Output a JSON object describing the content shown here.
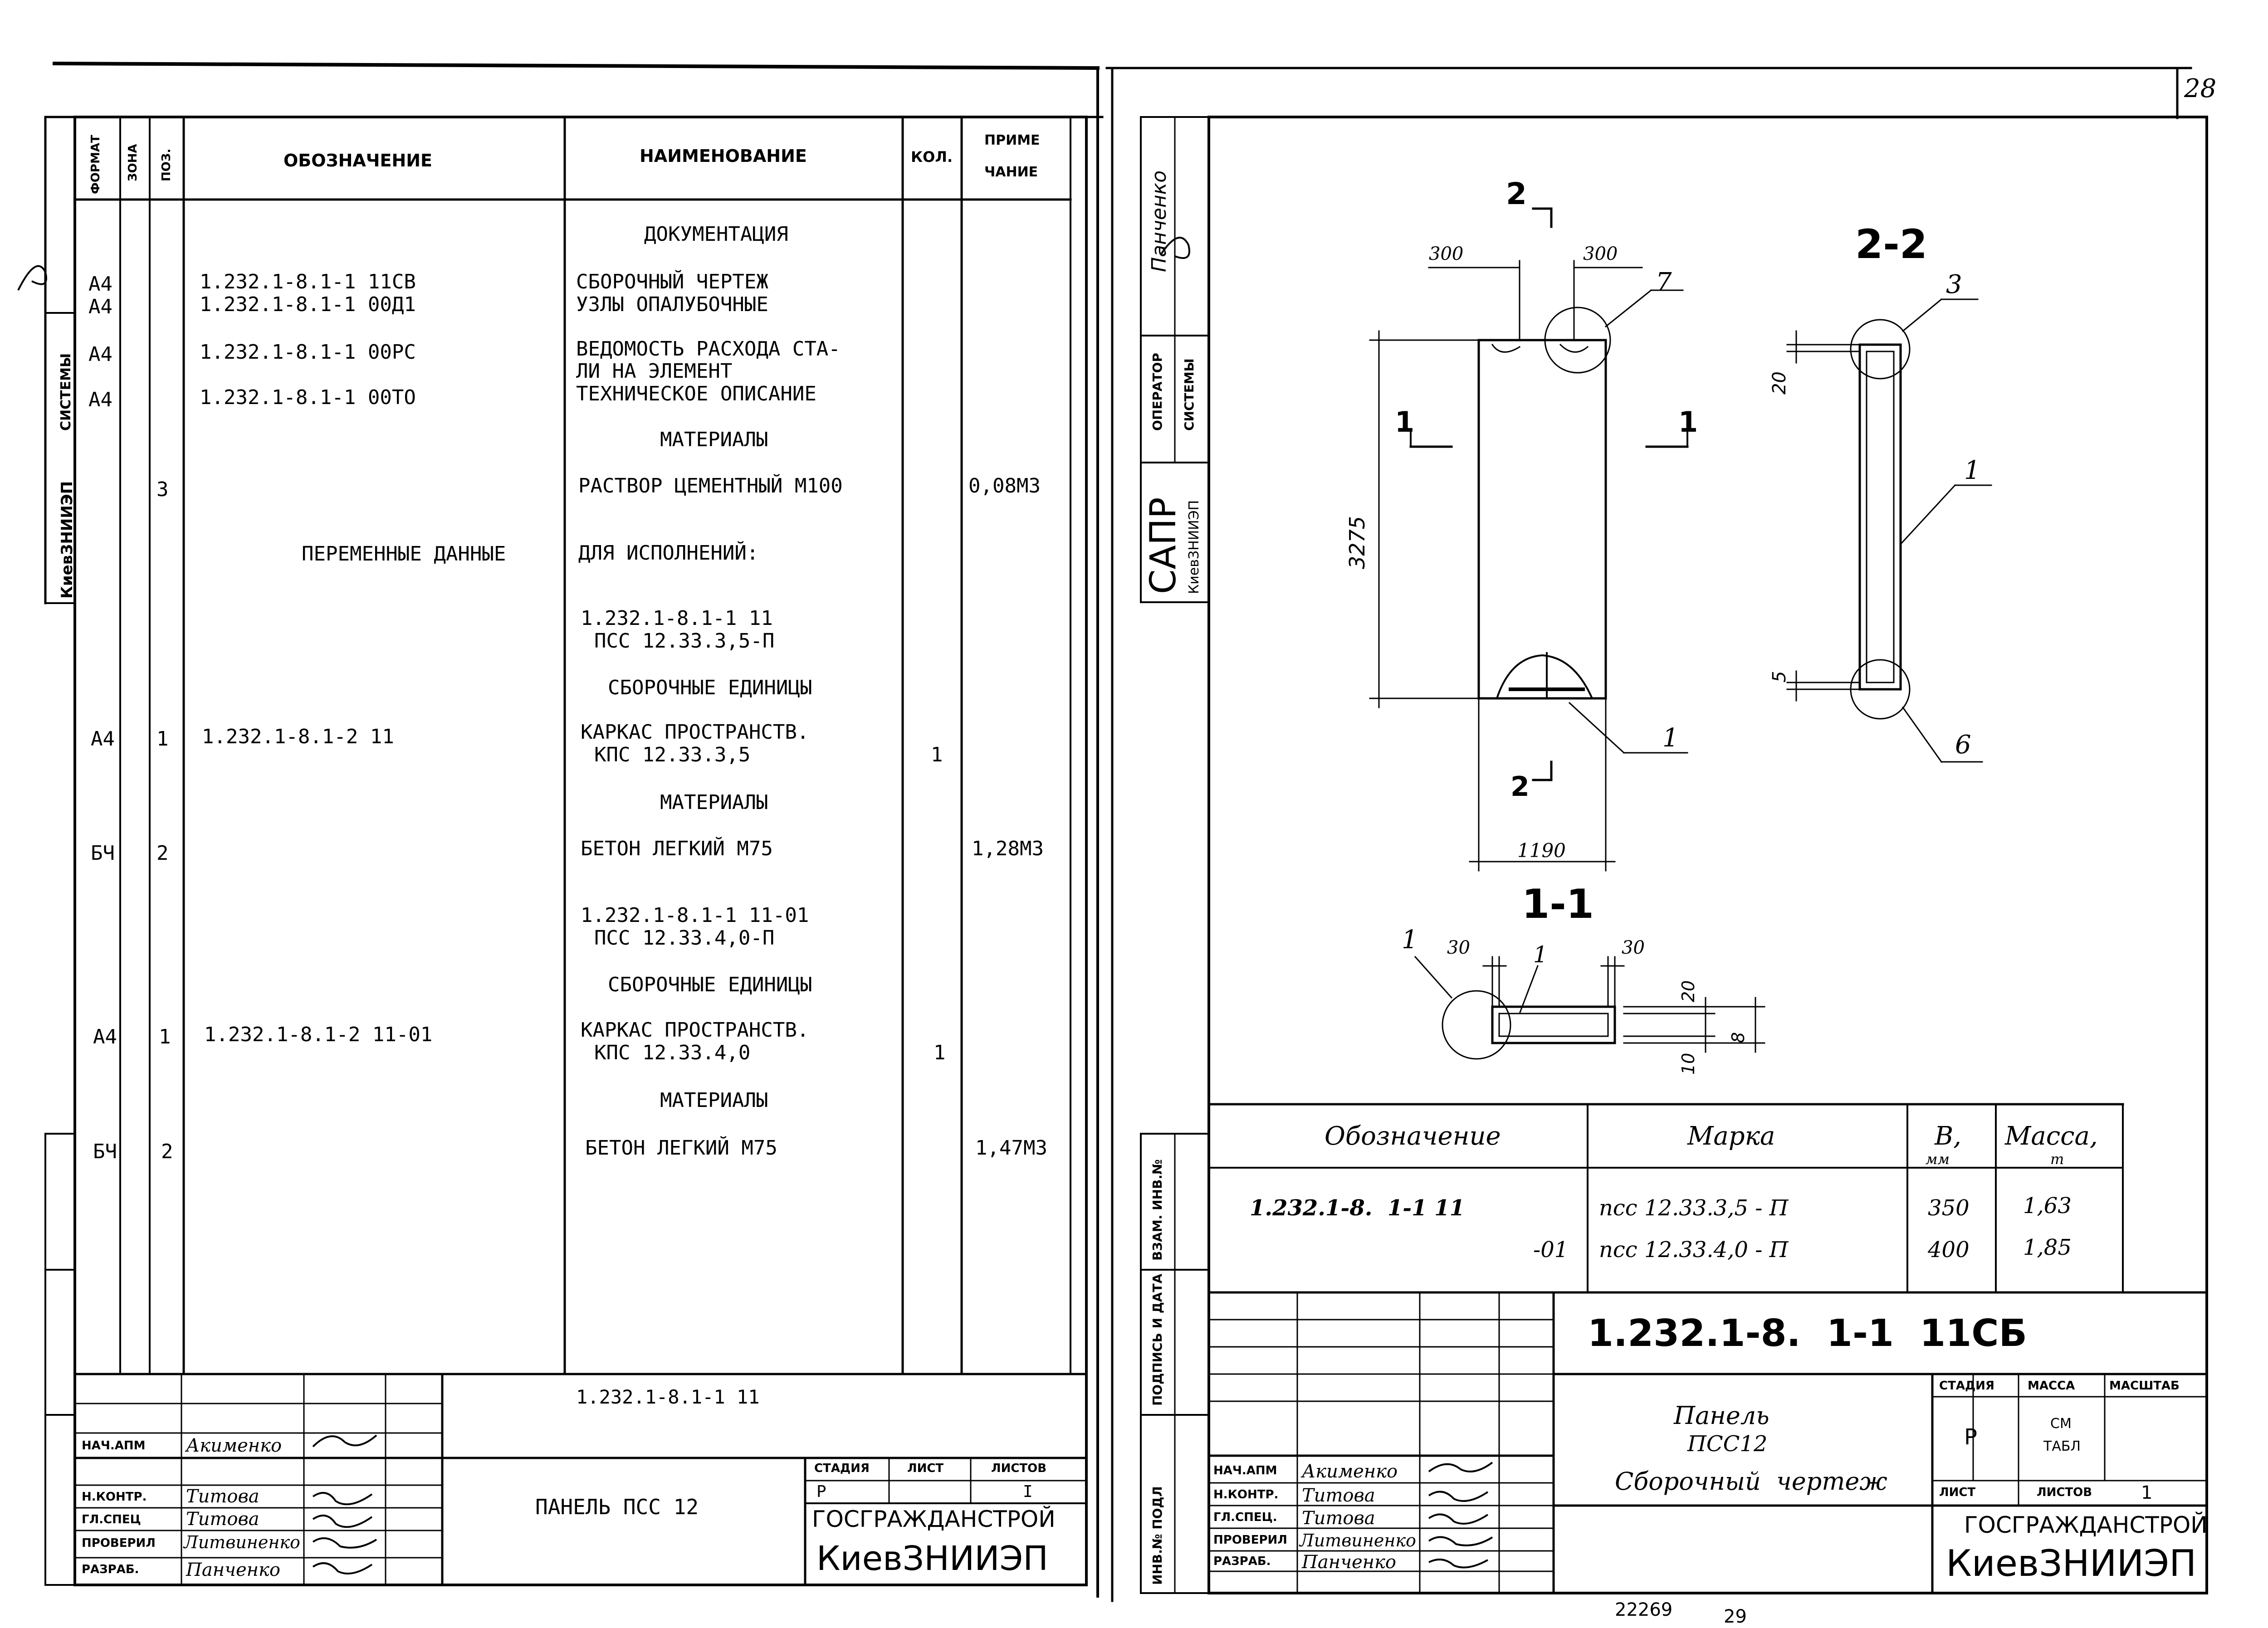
{
  "page_number": "28",
  "footer": {
    "doc_no": "22269",
    "page_no": "29"
  },
  "left": {
    "header": {
      "format": "ФОРМАТ",
      "zone": "ЗОНА",
      "pos": "ПОЗ.",
      "designation": "ОБОЗНАЧЕНИЕ",
      "name": "НАИМЕНОВАНИЕ",
      "qty": "КОЛ.",
      "note1": "ПРИМЕ",
      "note2": "ЧАНИЕ"
    },
    "side": {
      "org": "КиевЗНИИЭП",
      "systems": "СИСТЕМЫ"
    },
    "rows": {
      "r1_name": "ДОКУМЕНТАЦИЯ",
      "r2_fmt": "А4",
      "r2_des": "1.232.1-8.1-1 11СВ",
      "r2_name": "СБОРОЧНЫЙ ЧЕРТЕЖ",
      "r3_fmt": "А4",
      "r3_des": "1.232.1-8.1-1 00Д1",
      "r3_name": "УЗЛЫ ОПАЛУБОЧНЫЕ",
      "r4_fmt": "А4",
      "r4_des": "1.232.1-8.1-1 00РС",
      "r4_name1": "ВЕДОМОСТЬ РАСХОДА СТА-",
      "r4_name2": "ЛИ НА ЭЛЕМЕНТ",
      "r5_fmt": "А4",
      "r5_des": "1.232.1-8.1-1 00ТО",
      "r5_name": "ТЕХНИЧЕСКОЕ ОПИСАНИЕ",
      "r6_name": "МАТЕРИАЛЫ",
      "r7_pos": "3",
      "r7_name": "РАСТВОР ЦЕМЕНТНЫЙ М100",
      "r7_note": "0,08М3",
      "r8_des": "ПЕРЕМЕННЫЕ ДАННЫЕ",
      "r8_name": "ДЛЯ ИСПОЛНЕНИЙ:",
      "r9_name1": "1.232.1-8.1-1 11",
      "r9_name2": "ПСС 12.33.3,5-П",
      "r10_name": "СБОРОЧНЫЕ ЕДИНИЦЫ",
      "r11_fmt": "А4",
      "r11_pos": "1",
      "r11_des": "1.232.1-8.1-2 11",
      "r11_name1": "КАРКАС ПРОСТРАНСТВ.",
      "r11_name2": "КПС 12.33.3,5",
      "r11_qty": "1",
      "r12_name": "МАТЕРИАЛЫ",
      "r13_fmt": "БЧ",
      "r13_pos": "2",
      "r13_name": "БЕТОН ЛЕГКИЙ М75",
      "r13_note": "1,28М3",
      "r14_name1": "1.232.1-8.1-1 11-01",
      "r14_name2": "ПСС 12.33.4,0-П",
      "r15_name": "СБОРОЧНЫЕ ЕДИНИЦЫ",
      "r16_fmt": "А4",
      "r16_pos": "1",
      "r16_des": "1.232.1-8.1-2 11-01",
      "r16_name1": "КАРКАС ПРОСТРАНСТВ.",
      "r16_name2": "КПС 12.33.4,0",
      "r16_qty": "1",
      "r17_name": "МАТЕРИАЛЫ",
      "r18_fmt": "БЧ",
      "r18_pos": "2",
      "r18_name": "БЕТОН ЛЕГКИЙ М75",
      "r18_note": "1,47М3"
    },
    "title": {
      "code": "1.232.1-8.1-1 11",
      "name": "ПАНЕЛЬ ПСС 12",
      "stage_h": "СТАДИЯ",
      "sheet_h": "ЛИСТ",
      "sheets_h": "ЛИСТОВ",
      "stage": "Р",
      "sheets": "I",
      "org1": "ГОСГРАЖДАНСТРОЙ",
      "org2": "КиевЗНИИЭП",
      "roles": [
        "НАЧ.АПМ",
        "Н.КОНТР.",
        "ГЛ.СПЕЦ",
        "ПРОВЕРИЛ",
        "РАЗРАБ."
      ],
      "people": [
        "Акименко",
        "Титова",
        "Титова",
        "Литвиненко",
        "Панченко"
      ]
    }
  },
  "right": {
    "side": {
      "name": "Панченко",
      "operator": "ОПЕРАТОР",
      "systems": "СИСТЕМЫ",
      "sapr": "САПР",
      "org": "КиевЗНИИЭП",
      "inv_podl": "ИНВ.№ ПОДЛ",
      "podpis": "ПОДПИСЬ И ДАТА",
      "vzam": "ВЗАМ. ИНВ.№"
    },
    "drawing": {
      "d300a": "300",
      "d300b": "300",
      "d3275": "3275",
      "d1190": "1190",
      "d20": "20",
      "d5": "5",
      "d30a": "30",
      "d30b": "30",
      "s20": "20",
      "s10": "10",
      "s8": "8",
      "sec2": "2",
      "sec2b": "2",
      "sec11a": "1",
      "sec11b": "1",
      "view22": "2-2",
      "view11": "1-1",
      "c7": "7",
      "c3": "3",
      "c1a": "1",
      "c1b": "1",
      "c6": "6",
      "c1c": "1",
      "c1d": "1"
    },
    "marks": {
      "h_des": "Обозначение",
      "h_mark": "Марка",
      "h_b": "B,",
      "h_b_unit": "мм",
      "h_mass": "Масса,",
      "h_mass_unit": "т",
      "r1_des": "1.232.1-8.  1-1 11",
      "r1_mark": "псс 12.33.3,5 - П",
      "r1_b": "350",
      "r1_mass": "1,63",
      "r2_des": "-01",
      "r2_mark": "псс 12.33.4,0 - П",
      "r2_b": "400",
      "r2_mass": "1,85"
    },
    "title": {
      "code": "1.232.1-8.  1-1  11СБ",
      "name1": "Панель",
      "name2": "ПСС12",
      "name3": "Сборочный  чертеж",
      "stage_h": "СТАДИЯ",
      "mass_h": "МАССА",
      "scale_h": "МАСШТАБ",
      "stage": "Р",
      "mass1": "СМ",
      "mass2": "ТАБЛ",
      "sheet_h": "ЛИСТ",
      "sheets_h": "ЛИСТОВ",
      "sheets": "1",
      "org1": "ГОСГРАЖДАНСТРОЙ",
      "org2": "КиевЗНИИЭП",
      "roles": [
        "НАЧ.АПМ",
        "Н.КОНТР.",
        "ГЛ.СПЕЦ.",
        "ПРОВЕРИЛ",
        "РАЗРАБ."
      ],
      "people": [
        "Акименко",
        "Титова",
        "Титова",
        "Литвиненко",
        "Панченко"
      ]
    }
  }
}
